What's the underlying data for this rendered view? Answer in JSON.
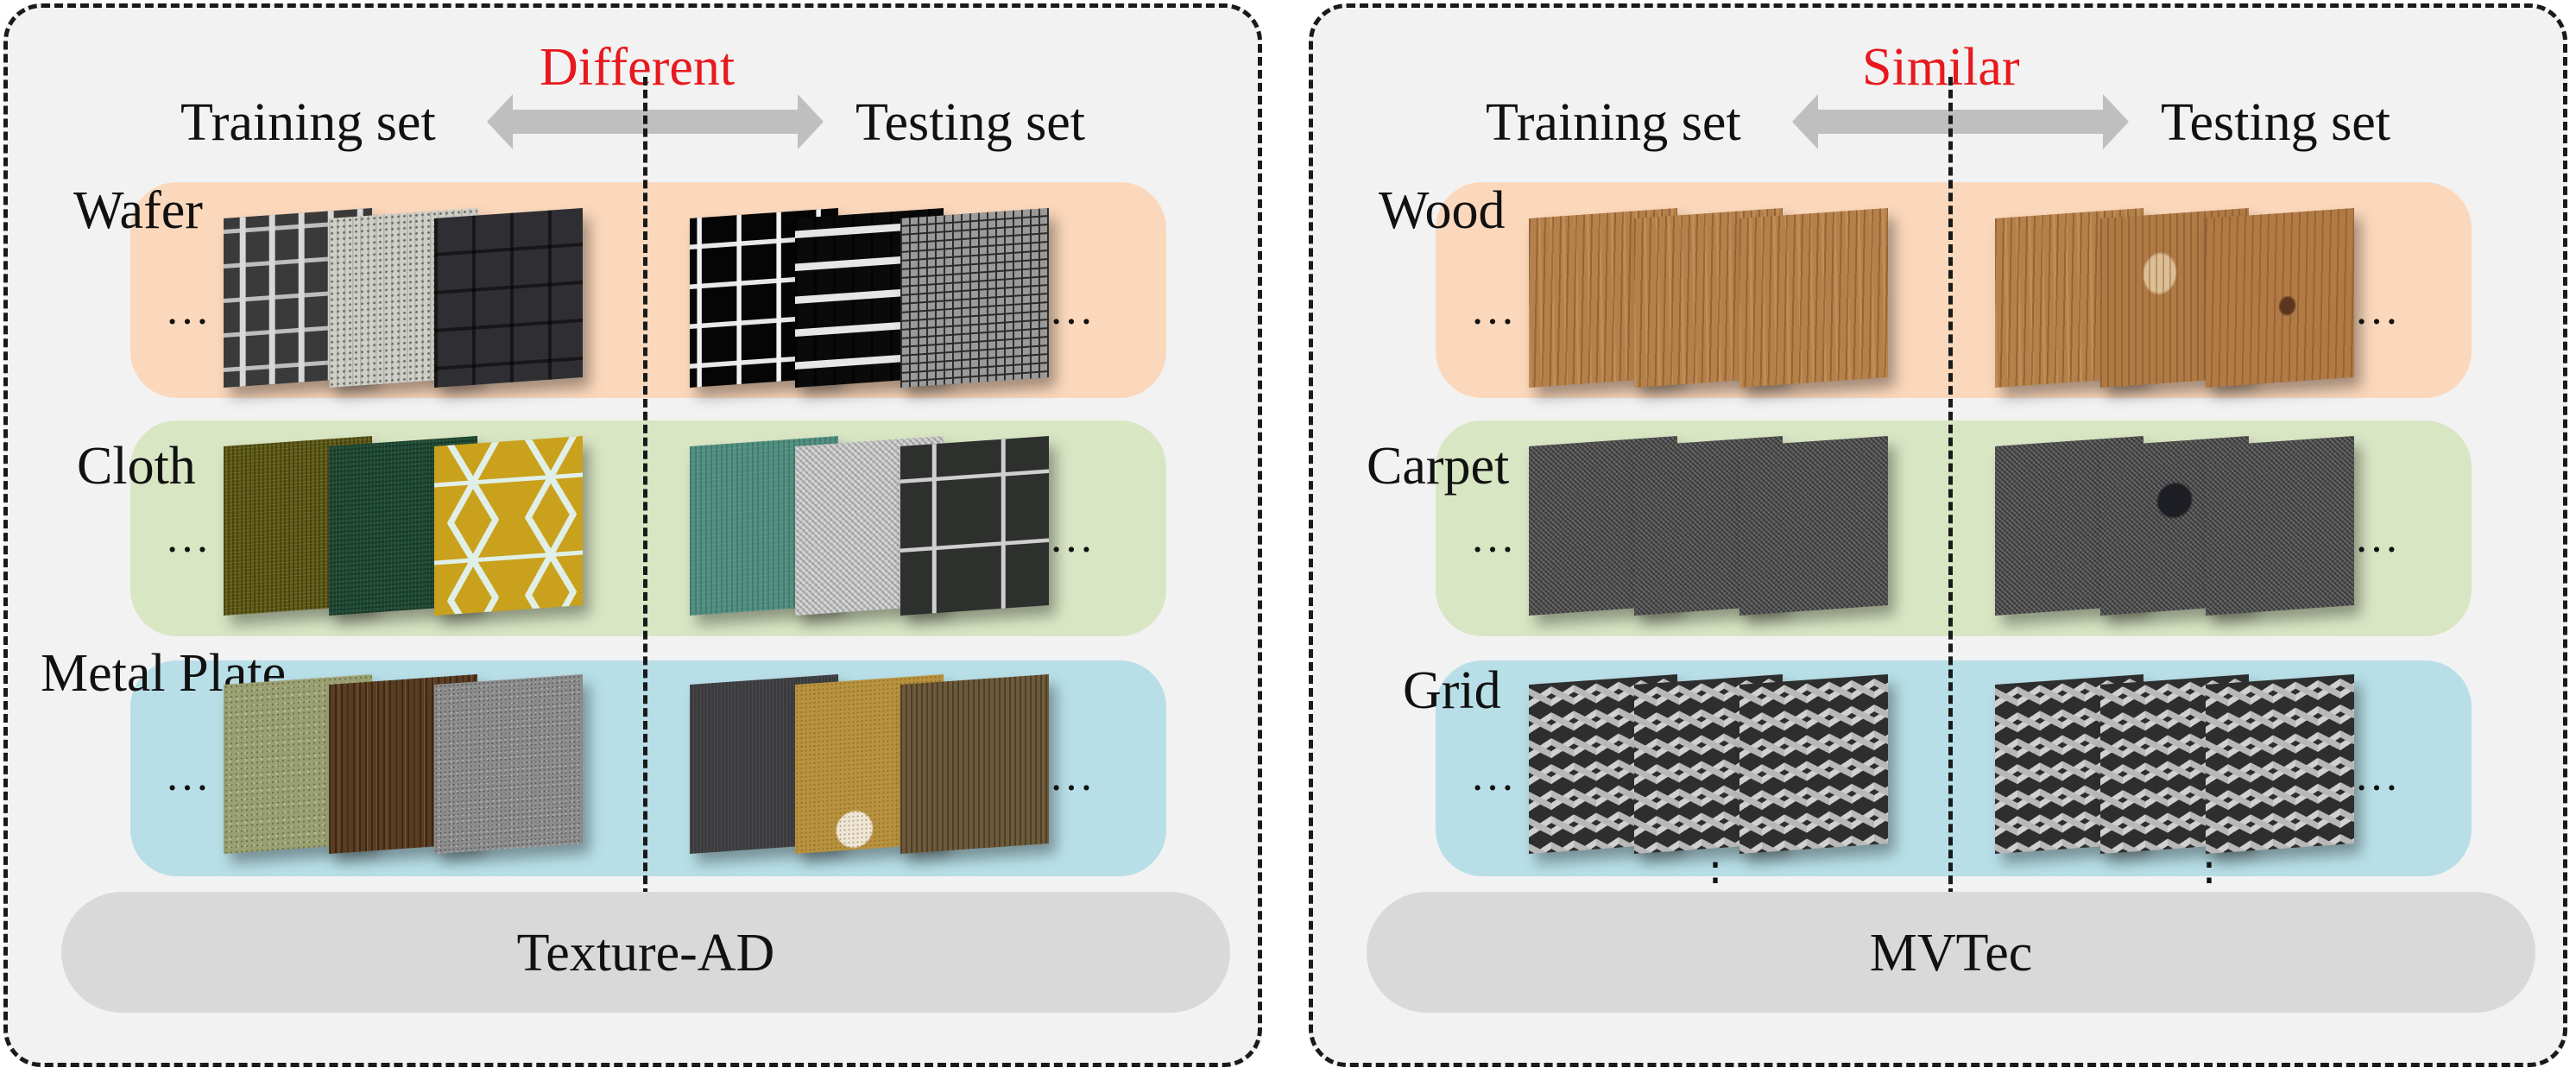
{
  "left_panel": {
    "training_label": "Training set",
    "testing_label": "Testing set",
    "relation_label": "Different",
    "rows": [
      {
        "label": "Wafer"
      },
      {
        "label": "Cloth"
      },
      {
        "label": "Metal Plate"
      }
    ],
    "ellipsis": "…",
    "base_label": "Texture-AD"
  },
  "right_panel": {
    "training_label": "Training set",
    "testing_label": "Testing set",
    "relation_label": "Similar",
    "rows": [
      {
        "label": "Wood"
      },
      {
        "label": "Carpet"
      },
      {
        "label": "Grid"
      }
    ],
    "ellipsis": "…",
    "vertical_ellipsis": "⋮",
    "base_label": "MVTec"
  },
  "colors": {
    "relation_text": "#e8191e",
    "panel_background": "#f2f2f2",
    "band_orange": "#fbd8bc",
    "band_green": "#d9e6c4",
    "band_blue": "#b8dfe8",
    "base": "#d9d9d9",
    "arrow": "#bfbfbf"
  }
}
